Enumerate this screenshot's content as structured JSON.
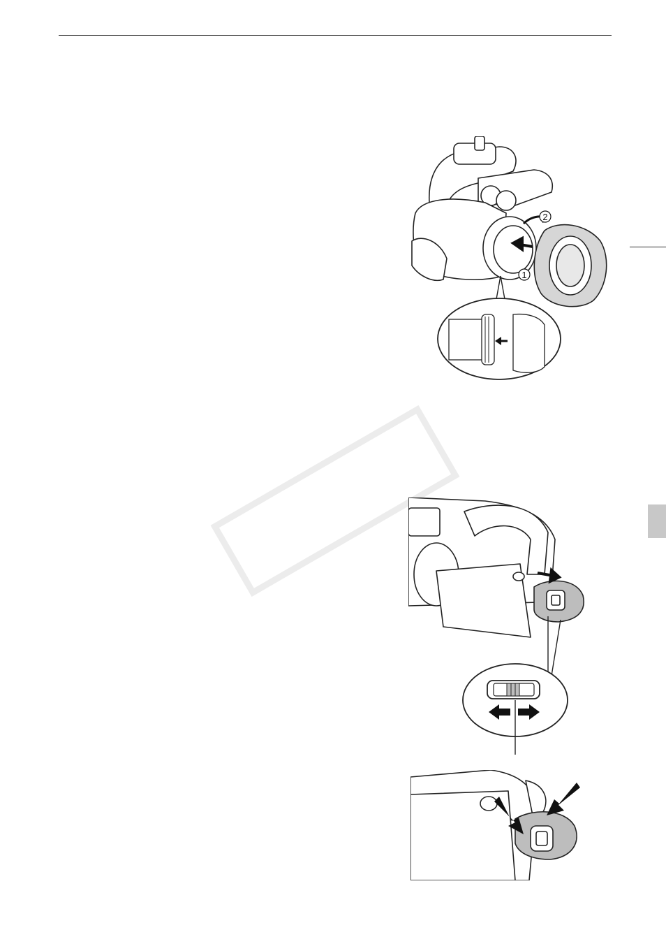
{
  "page": {
    "callouts": {
      "step1": "1",
      "step2": "2"
    },
    "icons": [
      "camcorder-lens-hood-illustration",
      "lens-hood-detail-inset",
      "viewfinder-eyecup-illustration",
      "diopter-lever-detail-inset",
      "eyecup-attach-illustration"
    ],
    "colors": {
      "text": "#111111",
      "line": "#222222",
      "tab": "#c8c8c8",
      "watermark": "#ececec",
      "hood_fill": "#d6d6d6",
      "eyecup_fill": "#bdbdbd"
    }
  }
}
